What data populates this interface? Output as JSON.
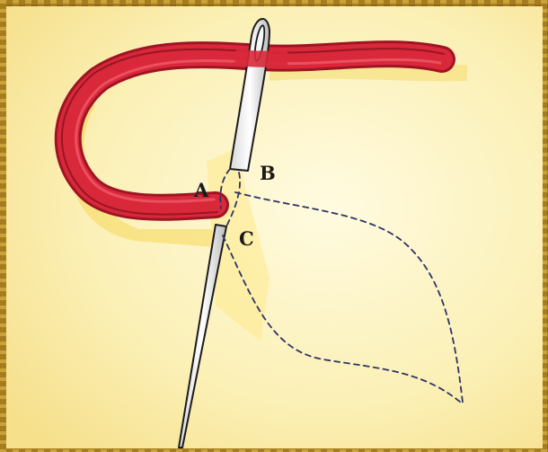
{
  "diagram": {
    "points": [
      {
        "id": "a",
        "label": "A"
      },
      {
        "id": "b",
        "label": "B"
      },
      {
        "id": "c",
        "label": "C"
      }
    ]
  },
  "colors": {
    "frame": "#b88f22",
    "paper": "#fbf1b8",
    "paper_highlight": "#fde98a",
    "thread": "#d8283a",
    "thread_dark": "#9e1424",
    "needle": "#f4f4f4",
    "outline": "#1c1c1c",
    "stitch_line": "#2f3366"
  },
  "icons": [
    "needle-icon",
    "thread-icon"
  ]
}
